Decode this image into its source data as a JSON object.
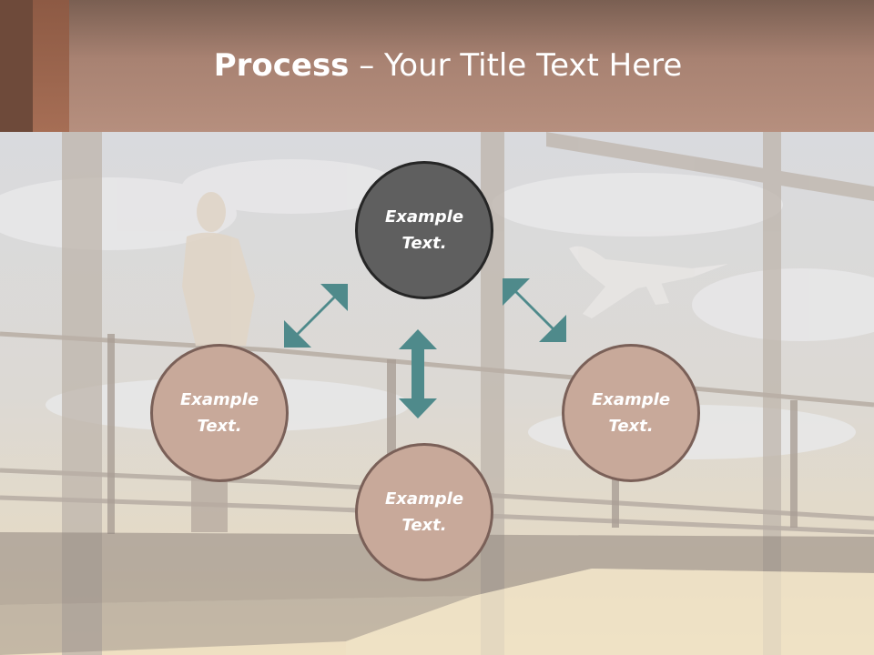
{
  "title": {
    "bold": "Process",
    "rest": " – Your Title Text Here"
  },
  "nodes": {
    "top": "Example Text.",
    "left": "Example Text.",
    "right": "Example Text.",
    "bottom": "Example Text."
  },
  "colors": {
    "header": "#b68f7e",
    "circle_fill": "#c8a99a",
    "center_fill": "#5f5f5f",
    "arrow": "#4f8a8b"
  }
}
